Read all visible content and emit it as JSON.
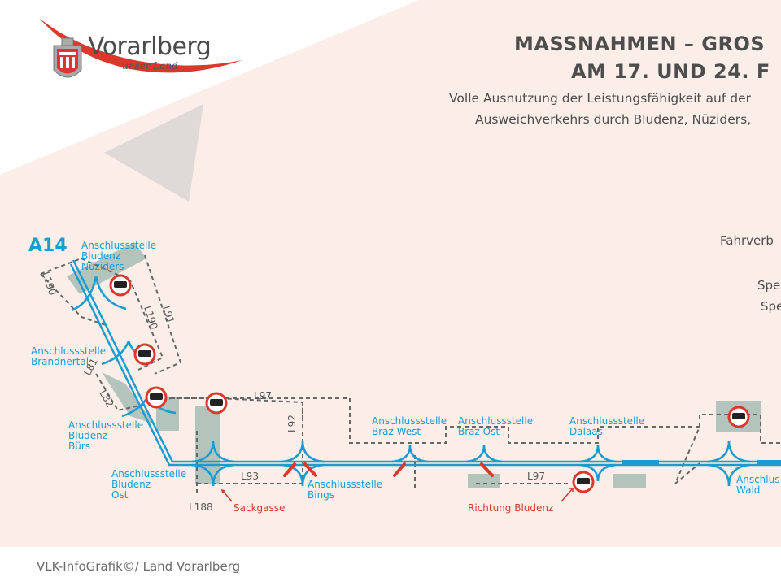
{
  "logo": {
    "name": "Vorarlberg",
    "tagline": "unser Land"
  },
  "header": {
    "title_line1": "MASSNAHMEN – GROS",
    "title_line2": "AM 17. UND 24. F",
    "subtitle_line1": "Volle Ausnutzung der Leistungsfähigkeit auf der",
    "subtitle_line2": "Ausweichverkehrs durch Bludenz, Nüziders,"
  },
  "legend": {
    "item1": "Fahrverb",
    "item2": "Spe",
    "item3": "Spe"
  },
  "map": {
    "highway": "A14",
    "junctions": [
      {
        "id": "nueziders",
        "lines": [
          "Anschlussstelle",
          "Bludenz",
          "Nüziders"
        ]
      },
      {
        "id": "brandnertal",
        "lines": [
          "Anschlussstelle",
          "Brandnertal"
        ]
      },
      {
        "id": "buers",
        "lines": [
          "Anschlussstelle",
          "Bludenz",
          "Bürs"
        ]
      },
      {
        "id": "ost",
        "lines": [
          "Anschlussstelle",
          "Bludenz",
          "Ost"
        ]
      },
      {
        "id": "bings",
        "lines": [
          "Anschlussstelle",
          "Bings"
        ]
      },
      {
        "id": "braz-west",
        "lines": [
          "Anschlussstelle",
          "Braz West"
        ]
      },
      {
        "id": "braz-ost",
        "lines": [
          "Anschlussstelle",
          "Braz Ost"
        ]
      },
      {
        "id": "dalaas",
        "lines": [
          "Anschlussstelle",
          "Dalaas"
        ]
      },
      {
        "id": "wald",
        "lines": [
          "Anschlus",
          "Wald"
        ]
      }
    ],
    "road_labels": {
      "l190_a": "L190",
      "l190_b": "L190",
      "l91": "L91",
      "l81": "L81",
      "l82": "L82",
      "l97_a": "L97",
      "l92": "L92",
      "l93": "L93",
      "l188": "L188",
      "l97_b": "L97"
    },
    "notes": {
      "sackgasse": "Sackgasse",
      "richtung": "Richtung Bludenz"
    },
    "colors": {
      "highway": "#1a9bd1",
      "closure": "#d9382a",
      "road": "#666666",
      "highlight": "#b3c4bd",
      "background": "#fbeee8"
    }
  },
  "footer": {
    "credit": "VLK-InfoGrafik©/ Land Vorarlberg"
  }
}
